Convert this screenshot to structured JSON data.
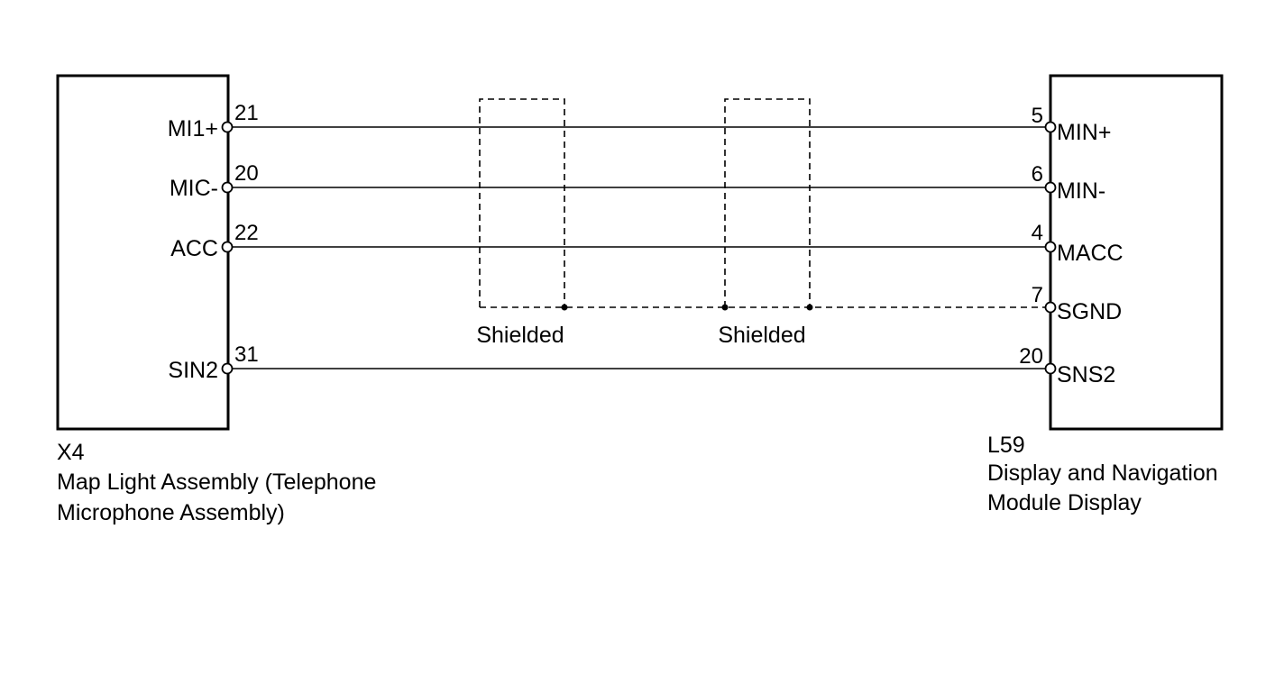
{
  "left_connector": {
    "code": "X4",
    "name_line1": "Map Light Assembly (Telephone",
    "name_line2": "Microphone Assembly)",
    "pins": [
      {
        "label": "MI1+",
        "number": "21"
      },
      {
        "label": "MIC-",
        "number": "20"
      },
      {
        "label": "ACC",
        "number": "22"
      },
      {
        "label": "SIN2",
        "number": "31"
      }
    ]
  },
  "right_connector": {
    "code": "L59",
    "name_line1": "Display and Navigation",
    "name_line2": "Module Display",
    "pins": [
      {
        "label": "MIN+",
        "number": "5"
      },
      {
        "label": "MIN-",
        "number": "6"
      },
      {
        "label": "MACC",
        "number": "4"
      },
      {
        "label": "SGND",
        "number": "7"
      },
      {
        "label": "SNS2",
        "number": "20"
      }
    ]
  },
  "shields": [
    {
      "label": "Shielded"
    },
    {
      "label": "Shielded"
    }
  ]
}
